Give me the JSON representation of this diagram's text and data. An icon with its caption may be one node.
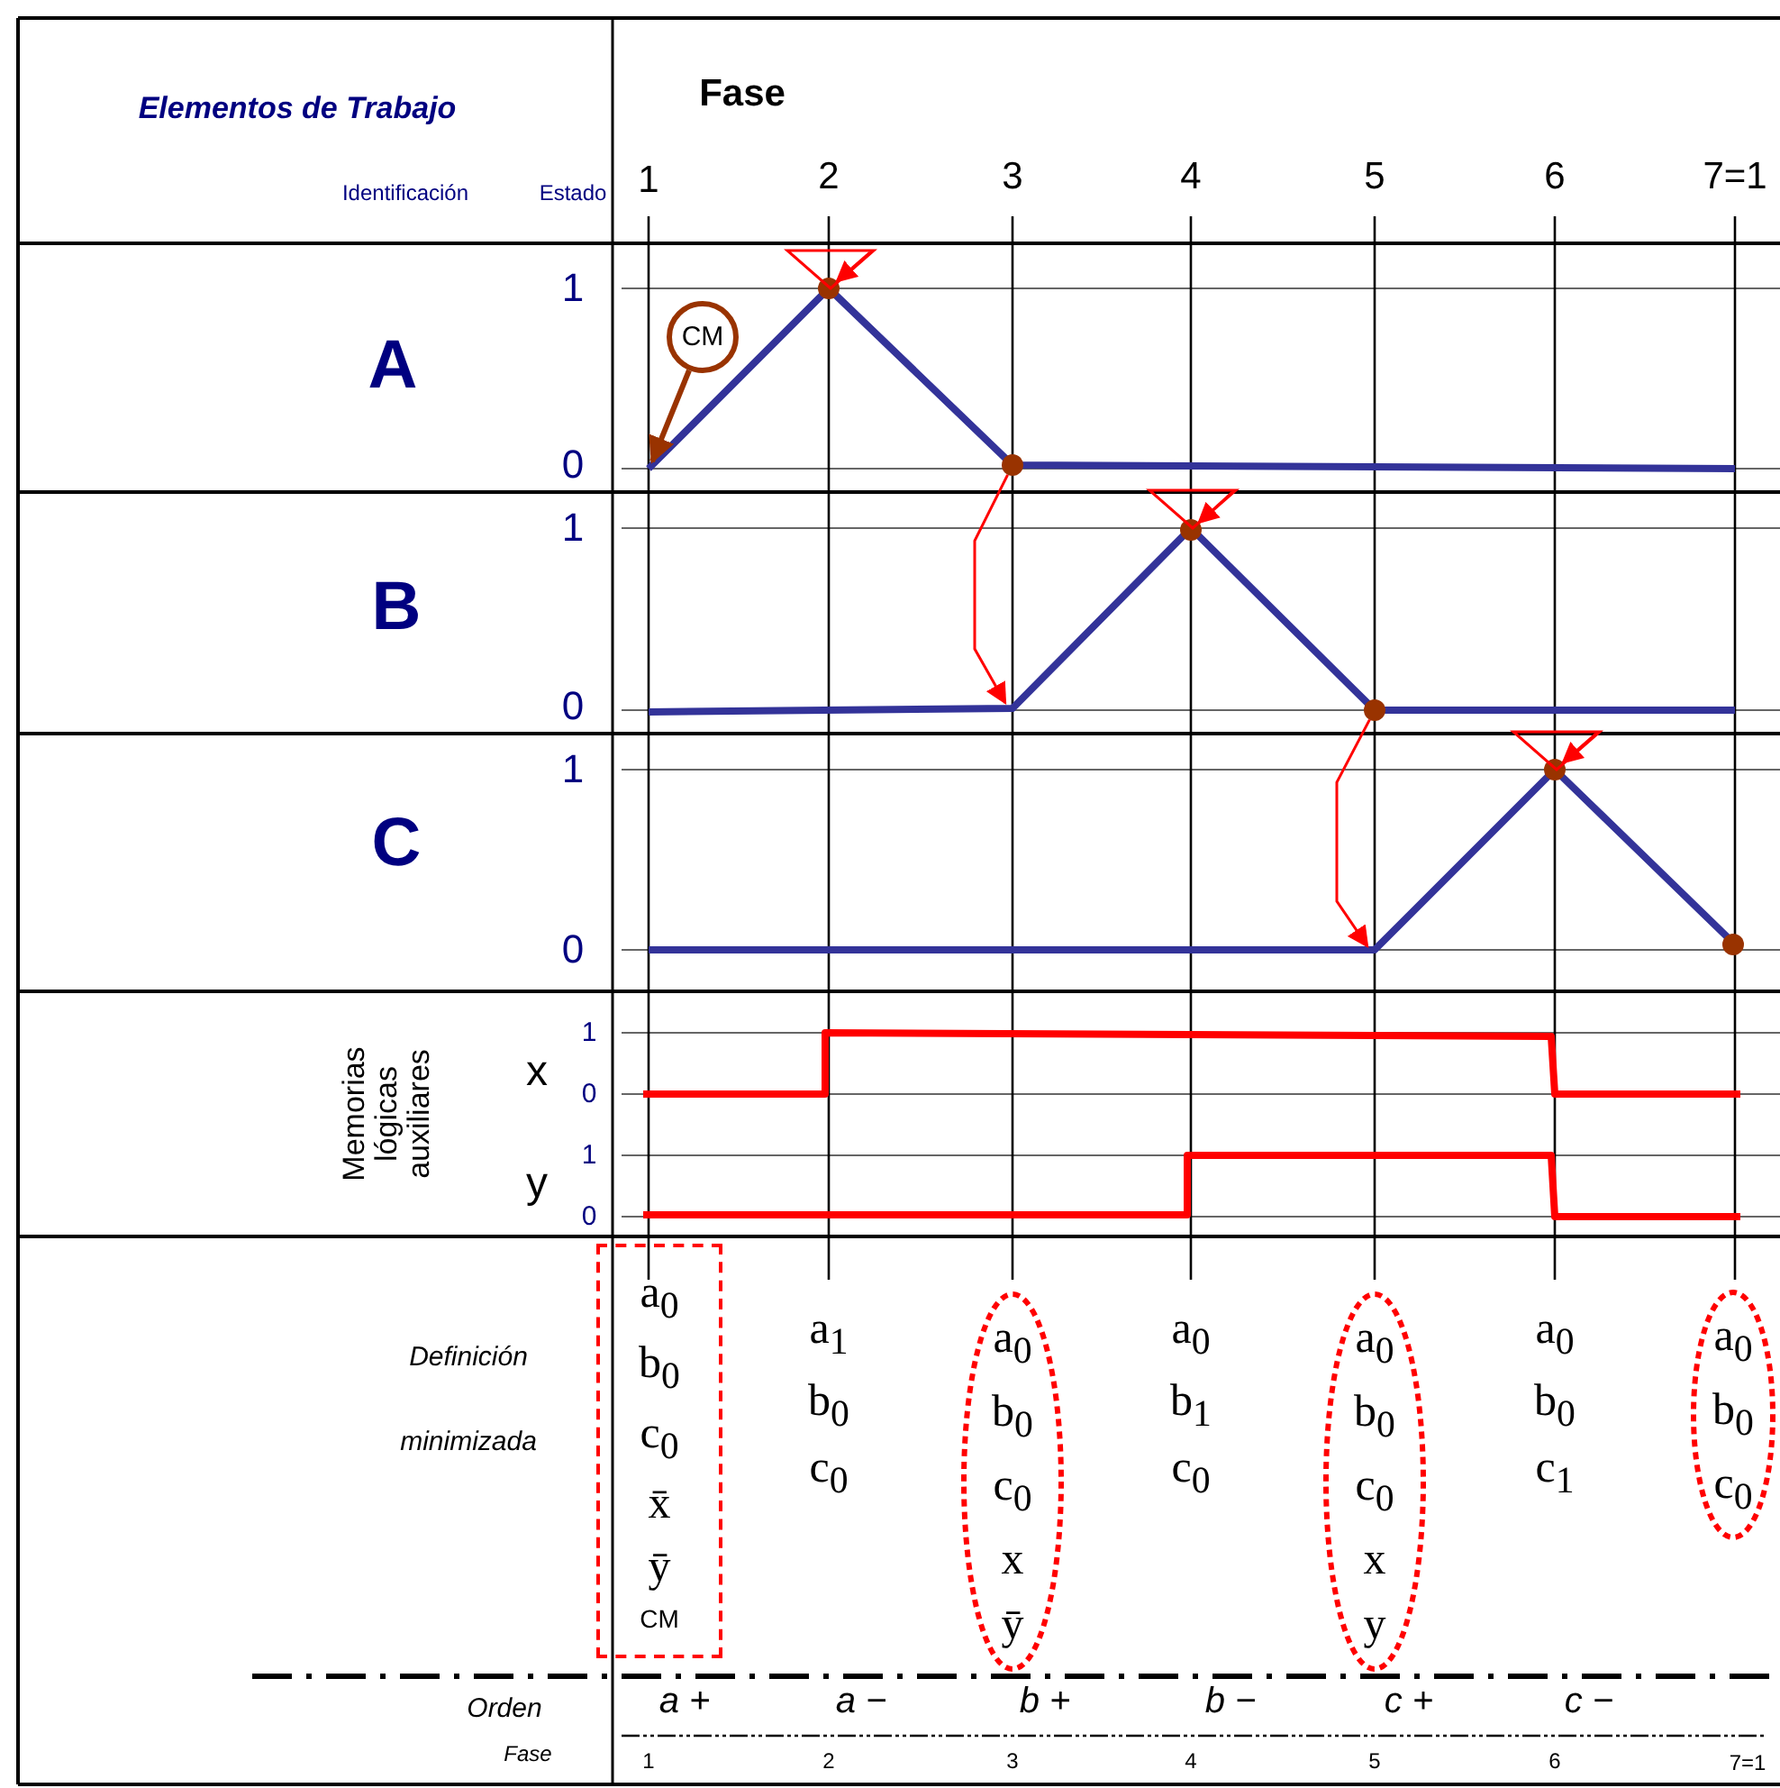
{
  "diagram": {
    "nodes": [
      {
        "text": [
          "CM"
        ]
      },
      {
        "text": [],
        "shape": "circle"
      },
      {
        "text": [],
        "shape": "circle"
      },
      {
        "text": [],
        "shape": "circle"
      },
      {
        "text": [],
        "shape": "circle"
      },
      {
        "text": [],
        "shape": "circle"
      },
      {
        "text": [],
        "shape": "circle"
      },
      {
        "text": [],
        "shape": "triangle"
      },
      {
        "text": [],
        "shape": "triangle"
      },
      {
        "text": [],
        "shape": "triangle"
      },
      {
        "text": [
          "a$_{0}$",
          "b$_{0}$",
          "c$_{0}$",
          "x̄",
          "ȳ",
          "CM"
        ]
      },
      {
        "text": [
          "a$_{0}$",
          "b$_{0}$",
          "c$_{0}$",
          "x",
          "ȳ"
        ]
      },
      {
        "text": [
          "a$_{0}$",
          "b$_{0}$",
          "c$_{0}$",
          "x",
          "y"
        ]
      },
      {
        "text": [
          "a$_{0}$",
          "b$_{0}$",
          "c$_{0}$"
        ]
      }
    ],
    "edges": [
      {
        "from": 0,
        "to": null,
        "arrow": "to",
        "style": "thick",
        "color": "#993300"
      },
      {
        "from": 7,
        "to": 1,
        "arrow": "to"
      },
      {
        "from": 2,
        "to": null,
        "arrow": "to"
      },
      {
        "from": 8,
        "to": 3,
        "arrow": "to"
      },
      {
        "from": 4,
        "to": null,
        "arrow": "to"
      },
      {
        "from": 9,
        "to": 5,
        "arrow": "to"
      }
    ],
    "labels": [
      "Elementos de Trabajo",
      "Fase",
      "Identificación",
      "Estado",
      "1",
      "2",
      "3",
      "4",
      "5",
      "6",
      "7=1",
      "A",
      "1",
      "0",
      "B",
      "1",
      "0",
      "C",
      "1",
      "0",
      "Memorias lógicas auxiliares",
      "x",
      "1",
      "0",
      "y",
      "1",
      "0",
      "Definición",
      "minimizada",
      "a$_{1}$",
      "b$_{0}$",
      "c$_{0}$",
      "a$_{0}$",
      "b$_{1}$",
      "c$_{0}$",
      "a$_{0}$",
      "b$_{0}$",
      "c$_{1}$",
      "Orden",
      "a +",
      "a −",
      "b +",
      "b −",
      "c +",
      "c −",
      "Fase",
      "1",
      "2",
      "3",
      "4",
      "5",
      "6",
      "7=1"
    ]
  }
}
